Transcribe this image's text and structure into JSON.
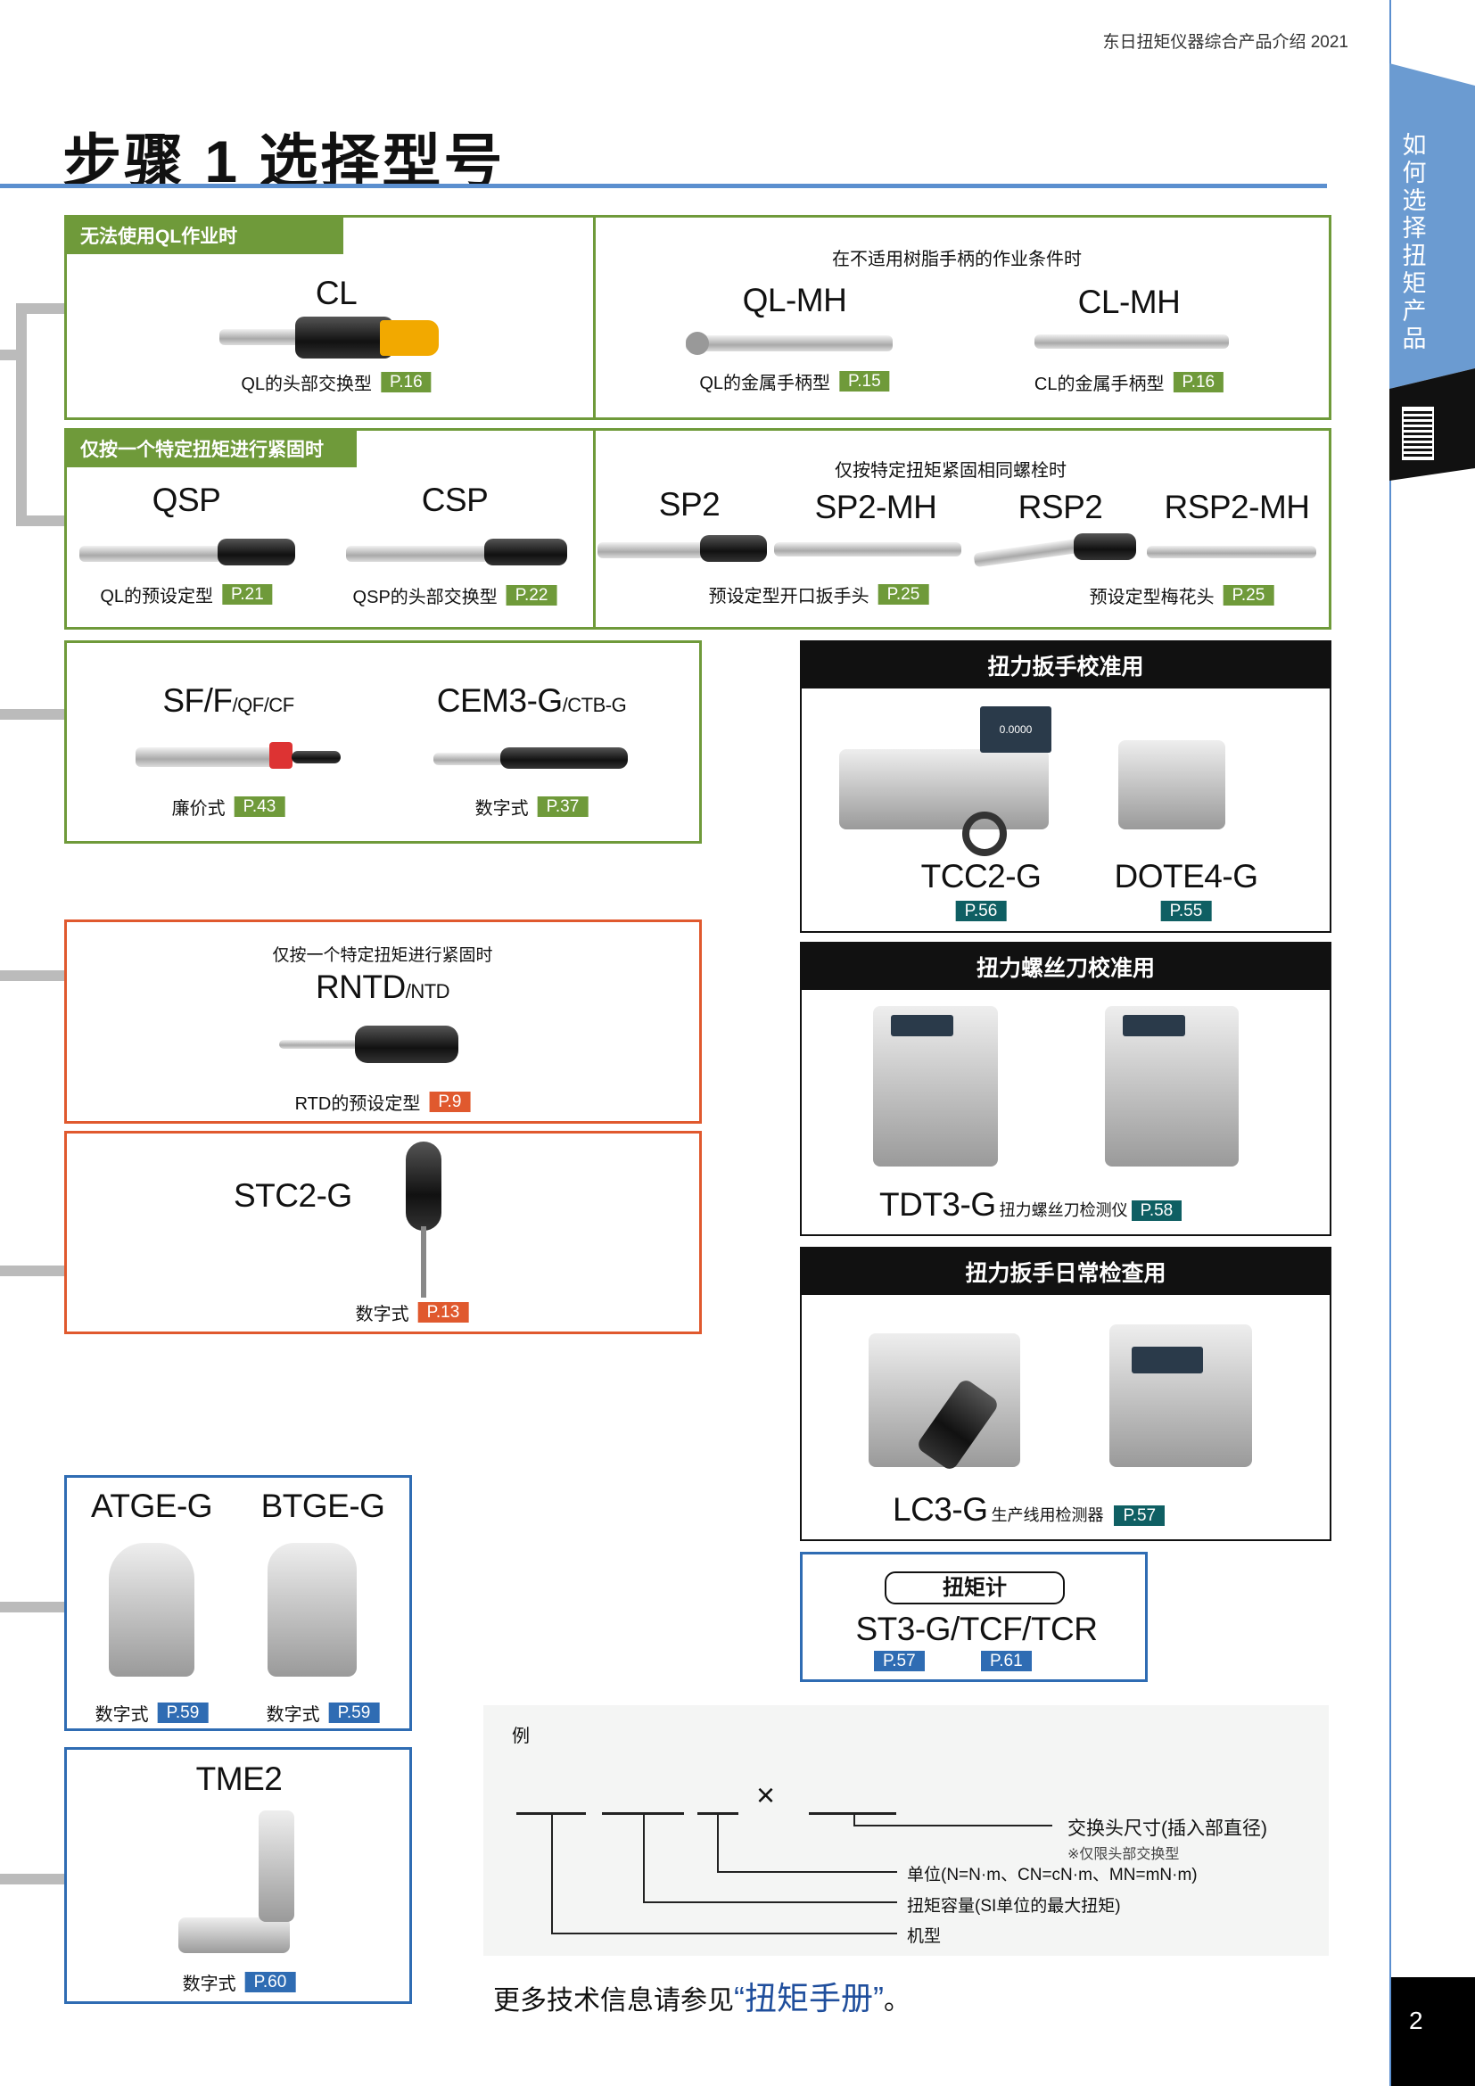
{
  "header": {
    "doc_title": "东日扭矩仪器综合产品介绍 2021",
    "page_title": "步骤 1 选择型号",
    "side_tab": "如何选择扭矩产品",
    "page_number": "2"
  },
  "box1": {
    "label": "无法使用QL作业时",
    "cl": {
      "model": "CL",
      "caption": "QL的头部交换型",
      "page": "P.16"
    },
    "right_heading": "在不适用树脂手柄的作业条件时",
    "qlmh": {
      "model": "QL-MH",
      "caption": "QL的金属手柄型",
      "page": "P.15"
    },
    "clmh": {
      "model": "CL-MH",
      "caption": "CL的金属手柄型",
      "page": "P.16"
    }
  },
  "box2": {
    "label": "仅按一个特定扭矩进行紧固时",
    "qsp": {
      "model": "QSP",
      "caption": "QL的预设定型",
      "page": "P.21"
    },
    "csp": {
      "model": "CSP",
      "caption": "QSP的头部交换型",
      "page": "P.22"
    },
    "right_heading": "仅按特定扭矩紧固相同螺栓时",
    "models": [
      "SP2",
      "SP2-MH",
      "RSP2",
      "RSP2-MH"
    ],
    "open": {
      "caption": "预设定型开口扳手头",
      "page": "P.25"
    },
    "ring": {
      "caption": "预设定型梅花头",
      "page": "P.25"
    }
  },
  "box3": {
    "sf": {
      "model": "SF/F",
      "sub": "/QF/CF",
      "caption": "廉价式",
      "page": "P.43"
    },
    "cem": {
      "model": "CEM3-G",
      "sub": "/CTB-G",
      "caption": "数字式",
      "page": "P.37"
    }
  },
  "calib_wrench": {
    "title": "扭力扳手校准用",
    "tcc": {
      "model": "TCC2-G",
      "page": "P.56"
    },
    "dote": {
      "model": "DOTE4-G",
      "page": "P.55"
    },
    "screen": "0.0000"
  },
  "calib_driver": {
    "title": "扭力螺丝刀校准用",
    "model": "TDT3-G",
    "desc": "扭力螺丝刀检测仪",
    "page": "P.58"
  },
  "daily": {
    "title": "扭力扳手日常检查用",
    "model": "LC3-G",
    "desc": "生产线用检测器",
    "page": "P.57"
  },
  "meter": {
    "pill": "扭矩计",
    "models": "ST3-G/TCF/TCR",
    "page1": "P.57",
    "page2": "P.61"
  },
  "rntd": {
    "heading": "仅按一个特定扭矩进行紧固时",
    "model": "RNTD",
    "sub": "/NTD",
    "caption": "RTD的预设定型",
    "page": "P.9"
  },
  "stc": {
    "model": "STC2-G",
    "caption": "数字式",
    "page": "P.13"
  },
  "atge": {
    "a": {
      "model": "ATGE-G",
      "caption": "数字式",
      "page": "P.59"
    },
    "b": {
      "model": "BTGE-G",
      "caption": "数字式",
      "page": "P.59"
    }
  },
  "tme": {
    "model": "TME2",
    "caption": "数字式",
    "page": "P.60"
  },
  "example": {
    "label": "例",
    "times": "×",
    "exchange": "交换头尺寸(插入部直径)",
    "exchange_note": "※仅限头部交换型",
    "unit": "单位(N=N·m、CN=cN·m、MN=mN·m)",
    "capacity": "扭矩容量(SI单位的最大扭矩)",
    "type": "机型"
  },
  "footer": {
    "prefix": "更多技术信息请参见",
    "highlight": "“扭矩手册”",
    "suffix": "。"
  },
  "colors": {
    "green": "#6f9a3a",
    "red": "#e0592e",
    "blue": "#2f6cb3",
    "teal": "#0f5f63",
    "tab_blue": "#6b9bd1"
  }
}
